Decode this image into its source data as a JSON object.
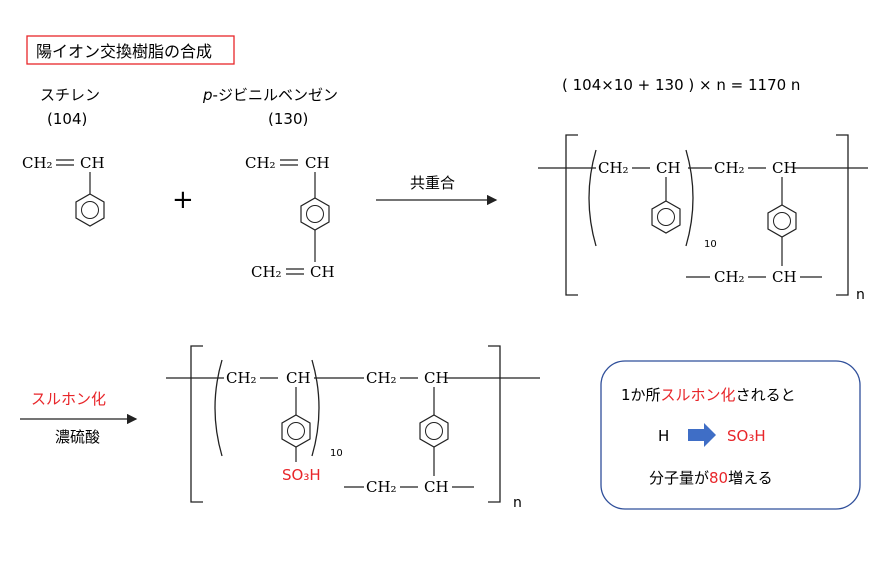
{
  "title": "陽イオン交換樹脂の合成",
  "styrene": {
    "name": "スチレン",
    "mw": "(104)",
    "ch2": "CH₂",
    "ch": "CH"
  },
  "plus": "+",
  "dvb": {
    "prefix": "p",
    "name": "-ジビニルベンゼン",
    "mw": "(130)",
    "ch2": "CH₂",
    "ch": "CH"
  },
  "step1": {
    "label": "共重合"
  },
  "formula": {
    "text": "( 104×10  +  130 )  ×   n  = 1170 n"
  },
  "polymer1": {
    "ch2": "CH₂",
    "ch": "CH",
    "sub10": "10",
    "n": "n"
  },
  "step2": {
    "label_top": "スルホン化",
    "label_bottom": "濃硫酸"
  },
  "polymer2": {
    "ch2": "CH₂",
    "ch": "CH",
    "so3h": "SO₃H",
    "sub10": "10",
    "n": "n"
  },
  "note": {
    "line1_a": "1か所",
    "line1_b": "スルホン化",
    "line1_c": "されると",
    "h": "H",
    "so3h": "SO₃H",
    "line3_a": "分子量が",
    "line3_b": "80",
    "line3_c": "増える"
  },
  "colors": {
    "accent": "#e8262a",
    "arrow_blue": "#3f6ec6",
    "box_border": "#2f4f9a"
  }
}
